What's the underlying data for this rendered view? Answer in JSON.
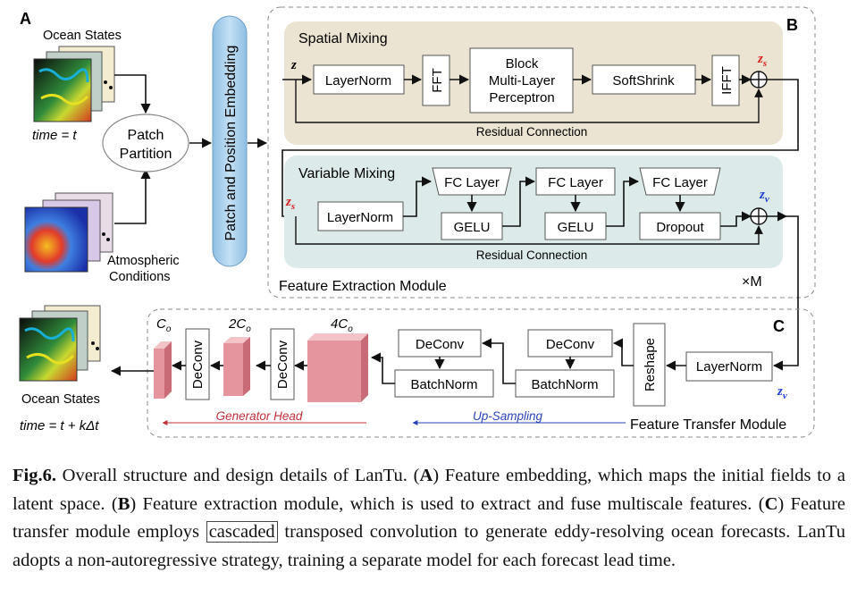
{
  "panels": {
    "a": "A",
    "b": "B",
    "c": "C"
  },
  "embedding": {
    "ocean_states": "Ocean States",
    "time_t": "time = t",
    "atmo_line1": "Atmospheric",
    "atmo_line2": "Conditions",
    "patch_line1": "Patch",
    "patch_line2": "Partition",
    "patch_position": "Patch and Position Embedding"
  },
  "spatial": {
    "title": "Spatial Mixing",
    "input": "z",
    "layernorm": "LayerNorm",
    "fft": "FFT",
    "block1": "Block",
    "block2": "Multi-Layer",
    "block3": "Perceptron",
    "softshrink": "SoftShrink",
    "ifft": "IFFT",
    "output_main": "z",
    "output_sub": "s",
    "residual": "Residual Connection"
  },
  "variable": {
    "title": "Variable Mixing",
    "input_main": "z",
    "input_sub": "s",
    "layernorm": "LayerNorm",
    "fc": [
      "FC Layer",
      "FC Layer",
      "FC Layer"
    ],
    "gelu": [
      "GELU",
      "GELU"
    ],
    "dropout": "Dropout",
    "output_main": "z",
    "output_sub": "v",
    "residual": "Residual Connection"
  },
  "extraction": {
    "title": "Feature Extraction Module",
    "repeat": "×M"
  },
  "transfer": {
    "title": "Feature Transfer Module",
    "layernorm": "LayerNorm",
    "input_main": "z",
    "input_sub": "v",
    "reshape": "Reshape",
    "deconv": [
      "DeConv",
      "DeConv"
    ],
    "batchnorm": [
      "BatchNorm",
      "BatchNorm"
    ],
    "upsampling": "Up-Sampling",
    "generator_head": "Generator Head",
    "gen_deconv": [
      "DeConv",
      "DeConv"
    ],
    "c_labels": [
      {
        "coef": "",
        "main": "C",
        "sub": "o"
      },
      {
        "coef": "2",
        "main": "C",
        "sub": "o"
      },
      {
        "coef": "4",
        "main": "C",
        "sub": "o"
      }
    ],
    "ocean_states": "Ocean States",
    "time_out": "time = t + kΔt"
  },
  "caption": {
    "fig": "Fig.6.",
    "t1": " Overall structure and design details of LanTu. (",
    "a": "A",
    "t2": ") Feature embedding, which maps the initial fields to a latent space. (",
    "b": "B",
    "t3": ") Feature extraction module, which is used to extract and fuse multiscale features. (",
    "c": "C",
    "t4": ") Feature transfer module employs ",
    "boxed": "cascaded",
    "t5": " transposed convolution to generate eddy-resolving ocean forecasts. LanTu adopts a non-autoregressive strategy, training a separate model for each forecast lead time."
  },
  "colors": {
    "spatial_bg": "#ece4d2",
    "variable_bg": "#dcebea",
    "embed_bar": "#a9cde9",
    "generator": "#d98b93",
    "generator_text": "#c0303a",
    "upsampling_text": "#2a43b8",
    "z_red": "#d42020",
    "z_blue": "#1f3fcf"
  }
}
